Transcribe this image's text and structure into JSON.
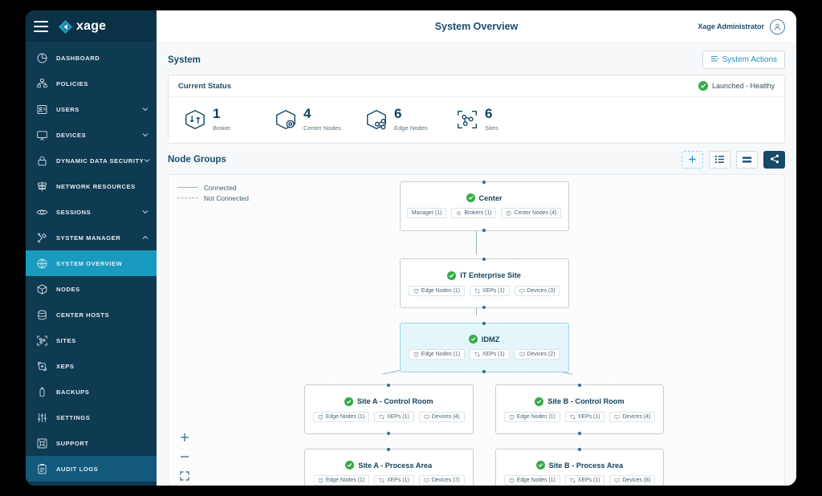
{
  "brand": {
    "name": "xage",
    "logo_icon": "xage-diamond-logo"
  },
  "header": {
    "title": "System Overview",
    "user": "Xage Administrator",
    "avatar_icon": "user-avatar-icon",
    "menu_icon": "hamburger-menu-icon"
  },
  "sidebar": {
    "items": [
      {
        "label": "DASHBOARD",
        "icon": "pie-chart-icon",
        "expandable": false,
        "state": "normal"
      },
      {
        "label": "POLICIES",
        "icon": "hierarchy-icon",
        "expandable": false,
        "state": "normal"
      },
      {
        "label": "USERS",
        "icon": "id-card-icon",
        "expandable": true,
        "state": "normal"
      },
      {
        "label": "DEVICES",
        "icon": "monitor-icon",
        "expandable": true,
        "state": "normal"
      },
      {
        "label": "DYNAMIC DATA SECURITY",
        "icon": "lock-icon",
        "expandable": true,
        "state": "normal"
      },
      {
        "label": "NETWORK RESOURCES",
        "icon": "signpost-icon",
        "expandable": false,
        "state": "normal"
      },
      {
        "label": "SESSIONS",
        "icon": "eye-icon",
        "expandable": true,
        "state": "normal"
      },
      {
        "label": "SYSTEM MANAGER",
        "icon": "tools-icon",
        "expandable": true,
        "expanded": true,
        "state": "normal"
      },
      {
        "label": "SYSTEM OVERVIEW",
        "icon": "globe-icon",
        "expandable": false,
        "state": "active"
      },
      {
        "label": "NODES",
        "icon": "cube-icon",
        "expandable": false,
        "state": "normal"
      },
      {
        "label": "CENTER HOSTS",
        "icon": "database-icon",
        "expandable": false,
        "state": "normal"
      },
      {
        "label": "SITES",
        "icon": "sites-icon",
        "expandable": false,
        "state": "normal"
      },
      {
        "label": "XEPS",
        "icon": "xep-icon",
        "expandable": false,
        "state": "normal"
      },
      {
        "label": "BACKUPS",
        "icon": "backup-icon",
        "expandable": false,
        "state": "normal"
      },
      {
        "label": "SETTINGS",
        "icon": "sliders-icon",
        "expandable": false,
        "state": "normal"
      },
      {
        "label": "SUPPORT",
        "icon": "support-icon",
        "expandable": false,
        "state": "normal"
      },
      {
        "label": "AUDIT LOGS",
        "icon": "clipboard-icon",
        "expandable": false,
        "state": "highlight"
      }
    ]
  },
  "system": {
    "section_title": "System",
    "actions_button": "System Actions",
    "actions_icon": "list-actions-icon",
    "current_status_label": "Current Status",
    "status_text": "Launched - Healthy",
    "status_icon": "check-circle-icon",
    "stats": [
      {
        "value": "1",
        "label": "Broker",
        "icon": "broker-cube-icon"
      },
      {
        "value": "4",
        "label": "Center Nodes",
        "icon": "center-node-cube-icon"
      },
      {
        "value": "6",
        "label": "Edge Nodes",
        "icon": "edge-node-cube-icon"
      },
      {
        "value": "6",
        "label": "Sites",
        "icon": "sites-bracket-icon"
      }
    ]
  },
  "node_groups": {
    "section_title": "Node Groups",
    "toolbar": [
      {
        "name": "add-node-group-button",
        "icon": "plus-icon",
        "style": "add"
      },
      {
        "name": "list-view-button",
        "icon": "list-view-icon",
        "style": "plain"
      },
      {
        "name": "table-view-button",
        "icon": "table-view-icon",
        "style": "plain"
      },
      {
        "name": "graph-view-button",
        "icon": "share-graph-icon",
        "style": "dark"
      }
    ],
    "legend": [
      {
        "label": "Connected",
        "style": "solid"
      },
      {
        "label": "Not Connected",
        "style": "dashed"
      }
    ],
    "zoom_controls": [
      {
        "name": "zoom-in-button",
        "icon": "plus-icon"
      },
      {
        "name": "zoom-out-button",
        "icon": "minus-icon"
      },
      {
        "name": "fit-view-button",
        "icon": "expand-icon"
      }
    ],
    "nodes": [
      {
        "id": "center",
        "title": "Center",
        "status_icon": "check-circle-icon",
        "selected": false,
        "chips": [
          {
            "label": "Manager (1)",
            "icon": "none"
          },
          {
            "label": "Brokers (1)",
            "icon": "broker-icon"
          },
          {
            "label": "Center Nodes (4)",
            "icon": "center-node-icon"
          }
        ]
      },
      {
        "id": "it-enterprise-site",
        "title": "IT Enterprise Site",
        "status_icon": "check-circle-icon",
        "selected": false,
        "chips": [
          {
            "label": "Edge Nodes (1)",
            "icon": "edge-node-icon"
          },
          {
            "label": "XEPs (1)",
            "icon": "xep-icon"
          },
          {
            "label": "Devices (3)",
            "icon": "device-icon"
          }
        ]
      },
      {
        "id": "idmz",
        "title": "IDMZ",
        "status_icon": "check-circle-icon",
        "selected": true,
        "chips": [
          {
            "label": "Edge Nodes (1)",
            "icon": "edge-node-icon"
          },
          {
            "label": "XEPs (1)",
            "icon": "xep-icon"
          },
          {
            "label": "Devices (2)",
            "icon": "device-icon"
          }
        ]
      },
      {
        "id": "site-a-control-room",
        "title": "Site A - Control Room",
        "status_icon": "check-circle-icon",
        "selected": false,
        "chips": [
          {
            "label": "Edge Nodes (1)",
            "icon": "edge-node-icon"
          },
          {
            "label": "XEPs (1)",
            "icon": "xep-icon"
          },
          {
            "label": "Devices (4)",
            "icon": "device-icon"
          }
        ]
      },
      {
        "id": "site-b-control-room",
        "title": "Site B - Control Room",
        "status_icon": "check-circle-icon",
        "selected": false,
        "chips": [
          {
            "label": "Edge Nodes (1)",
            "icon": "edge-node-icon"
          },
          {
            "label": "XEPs (1)",
            "icon": "xep-icon"
          },
          {
            "label": "Devices (4)",
            "icon": "device-icon"
          }
        ]
      },
      {
        "id": "site-a-process-area",
        "title": "Site A - Process Area",
        "status_icon": "check-circle-icon",
        "selected": false,
        "chips": [
          {
            "label": "Edge Nodes (1)",
            "icon": "edge-node-icon"
          },
          {
            "label": "XEPs (1)",
            "icon": "xep-icon"
          },
          {
            "label": "Devices (7)",
            "icon": "device-icon"
          }
        ]
      },
      {
        "id": "site-b-process-area",
        "title": "Site B - Process Area",
        "status_icon": "check-circle-icon",
        "selected": false,
        "chips": [
          {
            "label": "Edge Nodes (1)",
            "icon": "edge-node-icon"
          },
          {
            "label": "XEPs (1)",
            "icon": "xep-icon"
          },
          {
            "label": "Devices (8)",
            "icon": "device-icon"
          }
        ]
      }
    ]
  },
  "colors": {
    "sidebar_bg": "#0e3a52",
    "sidebar_active": "#199bc0",
    "sidebar_highlight": "#12597c",
    "accent_blue": "#2391b8",
    "title_navy": "#1a4f6e",
    "status_green": "#36ab45",
    "selected_node_bg": "#e5f6fb",
    "dark_button": "#164a66"
  }
}
